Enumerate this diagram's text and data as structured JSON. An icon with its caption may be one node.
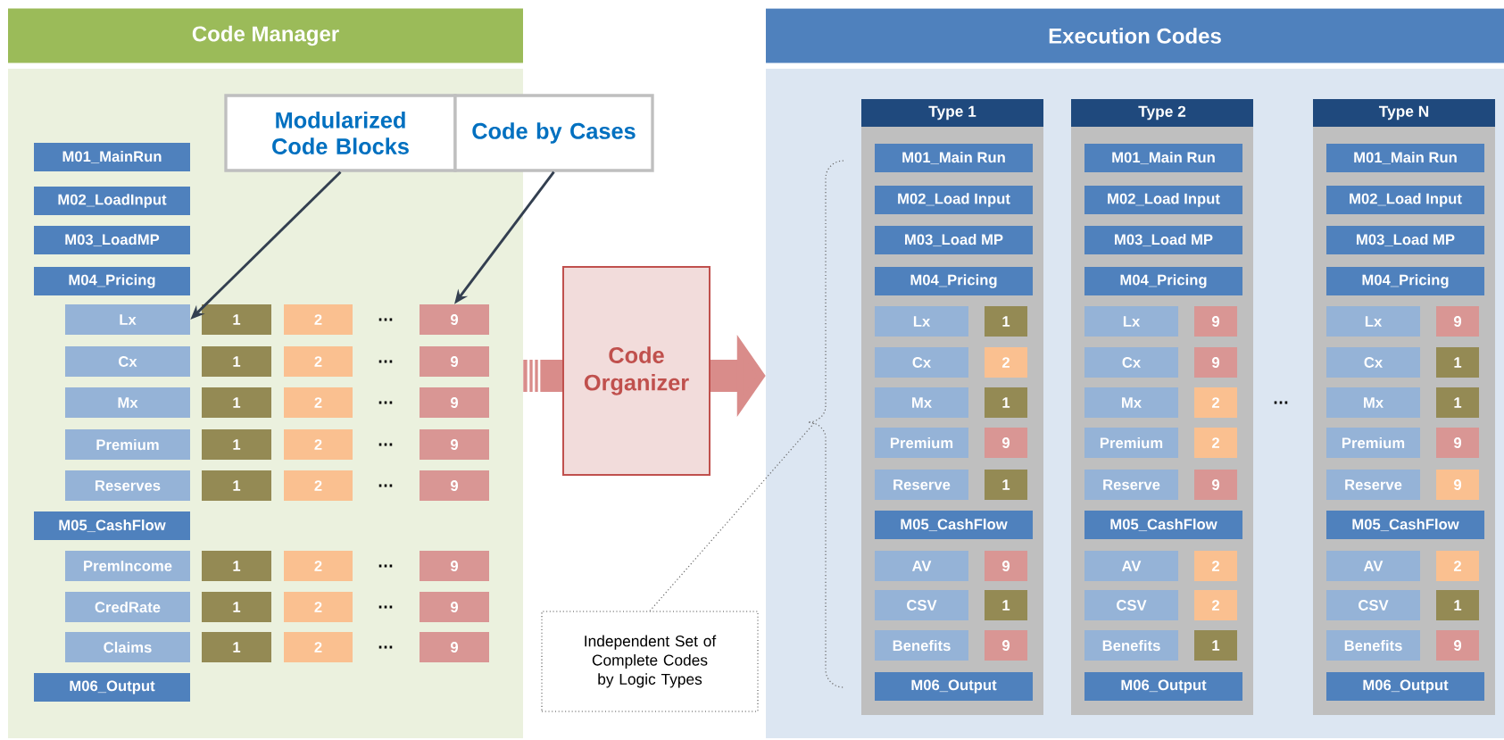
{
  "diagram": {
    "nodes": [
      {
        "text": [
          "Code Manager"
        ]
      },
      {
        "text": [
          "M01_MainRun"
        ],
        "in": 0
      },
      {
        "text": [
          "M02_LoadInput"
        ],
        "in": 0
      },
      {
        "text": [
          "M03_LoadMP"
        ],
        "in": 0
      },
      {
        "text": [
          "M04_Pricing"
        ],
        "in": 0
      },
      {
        "text": [
          "Lx"
        ],
        "in": 0
      },
      {
        "text": [
          "1"
        ],
        "in": 0
      },
      {
        "text": [
          "2"
        ],
        "in": 0
      },
      {
        "text": [
          "9"
        ],
        "in": 0
      },
      {
        "text": [
          "Cx"
        ],
        "in": 0
      },
      {
        "text": [
          "1"
        ],
        "in": 0
      },
      {
        "text": [
          "2"
        ],
        "in": 0
      },
      {
        "text": [
          "9"
        ],
        "in": 0
      },
      {
        "text": [
          "Mx"
        ],
        "in": 0
      },
      {
        "text": [
          "1"
        ],
        "in": 0
      },
      {
        "text": [
          "2"
        ],
        "in": 0
      },
      {
        "text": [
          "9"
        ],
        "in": 0
      },
      {
        "text": [
          "Premium"
        ],
        "in": 0
      },
      {
        "text": [
          "1"
        ],
        "in": 0
      },
      {
        "text": [
          "2"
        ],
        "in": 0
      },
      {
        "text": [
          "9"
        ],
        "in": 0
      },
      {
        "text": [
          "Reserves"
        ],
        "in": 0
      },
      {
        "text": [
          "1"
        ],
        "in": 0
      },
      {
        "text": [
          "2"
        ],
        "in": 0
      },
      {
        "text": [
          "9"
        ],
        "in": 0
      },
      {
        "text": [
          "M05_CashFlow"
        ],
        "in": 0
      },
      {
        "text": [
          "PremIncome"
        ],
        "in": 0
      },
      {
        "text": [
          "1"
        ],
        "in": 0
      },
      {
        "text": [
          "2"
        ],
        "in": 0
      },
      {
        "text": [
          "9"
        ],
        "in": 0
      },
      {
        "text": [
          "CredRate"
        ],
        "in": 0
      },
      {
        "text": [
          "1"
        ],
        "in": 0
      },
      {
        "text": [
          "2"
        ],
        "in": 0
      },
      {
        "text": [
          "9"
        ],
        "in": 0
      },
      {
        "text": [
          "Claims"
        ],
        "in": 0
      },
      {
        "text": [
          "1"
        ],
        "in": 0
      },
      {
        "text": [
          "2"
        ],
        "in": 0
      },
      {
        "text": [
          "9"
        ],
        "in": 0
      },
      {
        "text": [
          "M06_Output"
        ],
        "in": 0
      },
      {
        "text": [
          "Modularized Code Blocks"
        ],
        "in": 0
      },
      {
        "text": [
          "Code by Cases"
        ]
      },
      {
        "text": [
          "Code Organizer"
        ]
      },
      {
        "text": [
          "Execution Codes"
        ]
      },
      {
        "text": [
          "Type 1"
        ],
        "in": 42
      },
      {
        "text": [
          "M01_Main Run"
        ],
        "in": 43
      },
      {
        "text": [
          "M02_Load Input"
        ],
        "in": 43
      },
      {
        "text": [
          "M03_Load MP"
        ],
        "in": 43
      },
      {
        "text": [
          "M04_Pricing"
        ],
        "in": 43
      },
      {
        "text": [
          "Lx"
        ],
        "in": 43
      },
      {
        "text": [
          "1"
        ],
        "in": 43
      },
      {
        "text": [
          "Cx"
        ],
        "in": 43
      },
      {
        "text": [
          "2"
        ],
        "in": 43
      },
      {
        "text": [
          "Mx"
        ],
        "in": 43
      },
      {
        "text": [
          "1"
        ],
        "in": 43
      },
      {
        "text": [
          "Premium"
        ],
        "in": 43
      },
      {
        "text": [
          "9"
        ],
        "in": 43
      },
      {
        "text": [
          "Reserve"
        ],
        "in": 43
      },
      {
        "text": [
          "1"
        ],
        "in": 43
      },
      {
        "text": [
          "M05_CashFlow"
        ],
        "in": 43
      },
      {
        "text": [
          "AV"
        ],
        "in": 43
      },
      {
        "text": [
          "9"
        ],
        "in": 43
      },
      {
        "text": [
          "CSV"
        ],
        "in": 43
      },
      {
        "text": [
          "1"
        ],
        "in": 43
      },
      {
        "text": [
          "Benefits"
        ],
        "in": 43
      },
      {
        "text": [
          "9"
        ],
        "in": 43
      },
      {
        "text": [
          "M06_Output"
        ],
        "in": 43
      },
      {
        "text": [
          "Type 2"
        ],
        "in": 42
      },
      {
        "text": [
          "M01_Main Run"
        ],
        "in": 66
      },
      {
        "text": [
          "M02_Load Input"
        ],
        "in": 66
      },
      {
        "text": [
          "M03_Load MP"
        ],
        "in": 66
      },
      {
        "text": [
          "M04_Pricing"
        ],
        "in": 66
      },
      {
        "text": [
          "Lx"
        ],
        "in": 66
      },
      {
        "text": [
          "9"
        ],
        "in": 66
      },
      {
        "text": [
          "Cx"
        ],
        "in": 66
      },
      {
        "text": [
          "9"
        ],
        "in": 66
      },
      {
        "text": [
          "Mx"
        ],
        "in": 66
      },
      {
        "text": [
          "2"
        ],
        "in": 66
      },
      {
        "text": [
          "Premium"
        ],
        "in": 66
      },
      {
        "text": [
          "2"
        ],
        "in": 66
      },
      {
        "text": [
          "Reserve"
        ],
        "in": 66
      },
      {
        "text": [
          "9"
        ],
        "in": 66
      },
      {
        "text": [
          "M05_CashFlow"
        ],
        "in": 66
      },
      {
        "text": [
          "AV"
        ],
        "in": 66
      },
      {
        "text": [
          "2"
        ],
        "in": 66
      },
      {
        "text": [
          "CSV"
        ],
        "in": 66
      },
      {
        "text": [
          "2"
        ],
        "in": 66
      },
      {
        "text": [
          "Benefits"
        ],
        "in": 66
      },
      {
        "text": [
          "1"
        ],
        "in": 66
      },
      {
        "text": [
          "M06_Output"
        ],
        "in": 66
      },
      {
        "text": [
          "Type N"
        ],
        "in": 42
      },
      {
        "text": [
          "M01_Main Run"
        ],
        "in": 89
      },
      {
        "text": [
          "M02_Load Input"
        ],
        "in": 89
      },
      {
        "text": [
          "M03_Load MP"
        ],
        "in": 89
      },
      {
        "text": [
          "M04_Pricing"
        ],
        "in": 89
      },
      {
        "text": [
          "Lx"
        ],
        "in": 89
      },
      {
        "text": [
          "9"
        ],
        "in": 89
      },
      {
        "text": [
          "Cx"
        ],
        "in": 89
      },
      {
        "text": [
          "1"
        ],
        "in": 89
      },
      {
        "text": [
          "Mx"
        ],
        "in": 89
      },
      {
        "text": [
          "1"
        ],
        "in": 89
      },
      {
        "text": [
          "Premium"
        ],
        "in": 89
      },
      {
        "text": [
          "9"
        ],
        "in": 89
      },
      {
        "text": [
          "Reserve"
        ],
        "in": 89
      },
      {
        "text": [
          "9"
        ],
        "in": 89
      },
      {
        "text": [
          "M05_CashFlow"
        ],
        "in": 89
      },
      {
        "text": [
          "AV"
        ],
        "in": 89
      },
      {
        "text": [
          "2"
        ],
        "in": 89
      },
      {
        "text": [
          "CSV"
        ],
        "in": 89
      },
      {
        "text": [
          "1"
        ],
        "in": 89
      },
      {
        "text": [
          "Benefits"
        ],
        "in": 89
      },
      {
        "text": [
          "9"
        ],
        "in": 89
      },
      {
        "text": [
          "M06_Output"
        ],
        "in": 89
      },
      {
        "text": [
          "Independent Set of Complete Codes by Logic Types"
        ]
      }
    ],
    "edges": [
      {
        "from": 39,
        "to": 5,
        "arrow": "to"
      },
      {
        "from": 40,
        "to": 8,
        "arrow": "to"
      },
      {
        "from": 0,
        "to": 41,
        "arrow": "none",
        "style": "thick",
        "color": "#d98c8a"
      },
      {
        "from": 41,
        "to": 42,
        "arrow": "to",
        "style": "thick",
        "color": "#d98c8a"
      },
      {
        "from": 112,
        "to": null,
        "arrow": "none",
        "style": "dashed"
      }
    ],
    "labels": [
      "…",
      "…",
      "…",
      "…",
      "…",
      "…",
      "…",
      "…",
      "…"
    ]
  }
}
